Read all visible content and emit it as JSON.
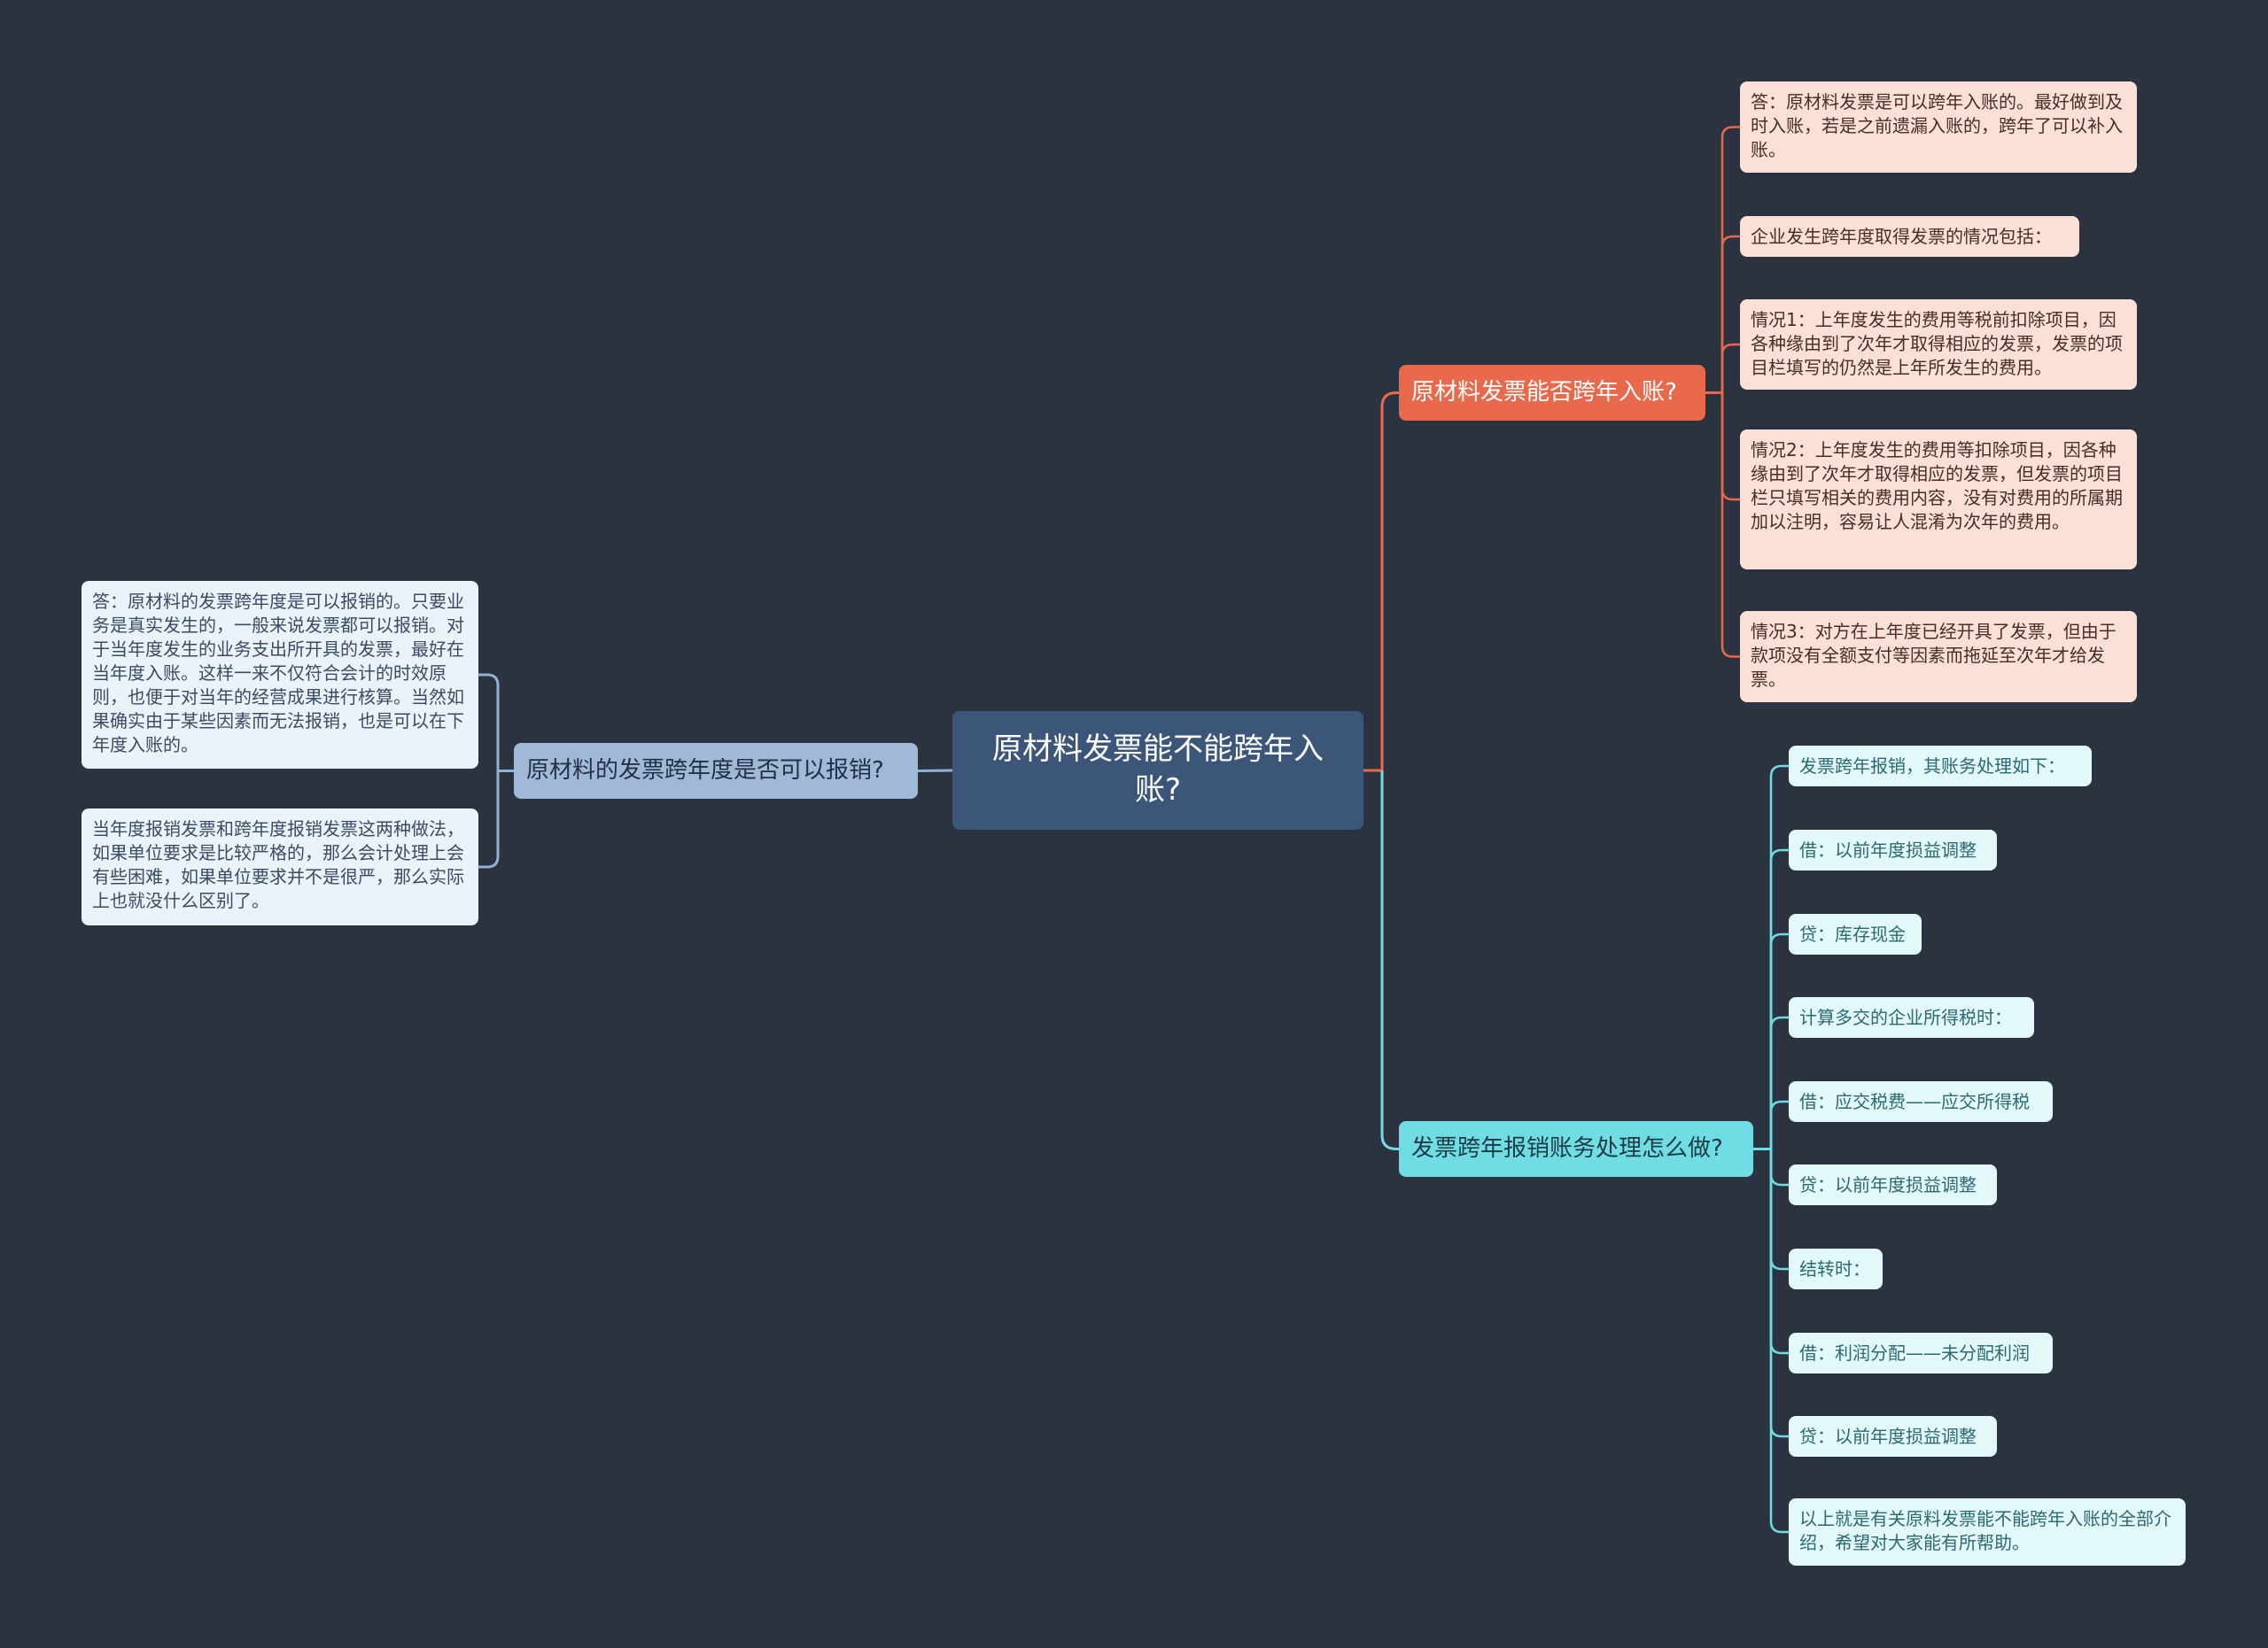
{
  "colors": {
    "background": "#2b3340",
    "root": "#3c5679",
    "left_branch": "#9fb9d6",
    "orange_branch": "#e9694d",
    "cyan_branch": "#6fdde3",
    "left_line": "#8fb1d3",
    "orange_line": "#e9694d",
    "cyan_line": "#6fdde3"
  },
  "root": {
    "label": "原材料发票能不能跨年入账?"
  },
  "left_branch": {
    "label": "原材料的发票跨年度是否可以报销?",
    "leaves": [
      "答：原材料的发票跨年度是可以报销的。只要业务是真实发生的，一般来说发票都可以报销。对于当年度发生的业务支出所开具的发票，最好在当年度入账。这样一来不仅符合会计的时效原则，也便于对当年的经营成果进行核算。当然如果确实由于某些因素而无法报销，也是可以在下年度入账的。",
      "当年度报销发票和跨年度报销发票这两种做法，如果单位要求是比较严格的，那么会计处理上会有些困难，如果单位要求并不是很严，那么实际上也就没什么区别了。"
    ]
  },
  "orange_branch": {
    "label": "原材料发票能否跨年入账?",
    "leaves": [
      "答：原材料发票是可以跨年入账的。最好做到及时入账，若是之前遗漏入账的，跨年了可以补入账。",
      "企业发生跨年度取得发票的情况包括：",
      "情况1：上年度发生的费用等税前扣除项目，因各种缘由到了次年才取得相应的发票，发票的项目栏填写的仍然是上年所发生的费用。",
      "情况2：上年度发生的费用等扣除项目，因各种缘由到了次年才取得相应的发票，但发票的项目栏只填写相关的费用内容，没有对费用的所属期加以注明，容易让人混淆为次年的费用。",
      "情况3：对方在上年度已经开具了发票，但由于款项没有全额支付等因素而拖延至次年才给发票。"
    ]
  },
  "cyan_branch": {
    "label": "发票跨年报销账务处理怎么做?",
    "leaves": [
      "发票跨年报销，其账务处理如下：",
      "借：以前年度损益调整",
      "贷：库存现金",
      "计算多交的企业所得税时：",
      "借：应交税费——应交所得税",
      "贷：以前年度损益调整",
      "结转时：",
      "借：利润分配——未分配利润",
      "贷：以前年度损益调整",
      "以上就是有关原料发票能不能跨年入账的全部介绍，希望对大家能有所帮助。"
    ]
  }
}
